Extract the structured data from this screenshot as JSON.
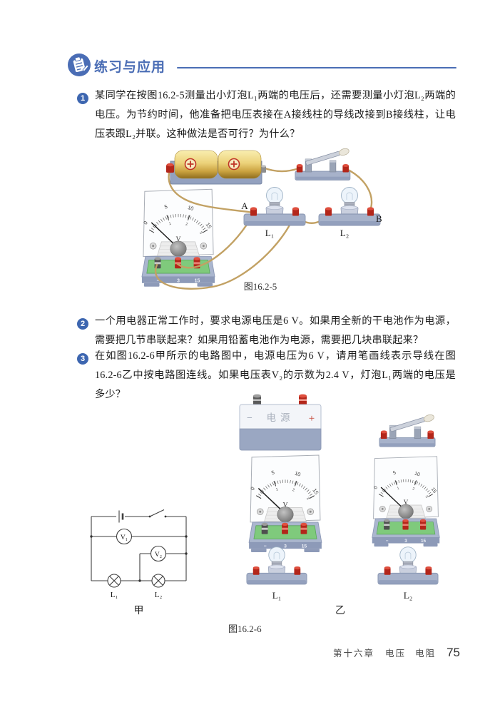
{
  "header": {
    "title": "练习与应用",
    "icon": "exercises-icon"
  },
  "questions": [
    {
      "number": "1",
      "lines": [
        "某同学在按图16.2-5测量出小灯泡L₁两端的电压后，还需要测量小灯泡L₂两端的",
        "电压。为节约时间，他准备把电压表接在A接线柱的导线改接到B接线柱，让电",
        "压表跟L₂并联。这种做法是否可行？为什么？"
      ]
    },
    {
      "number": "2",
      "lines": [
        "一个用电器正常工作时，要求电源电压是6 V。如果用全新的干电池作为电源，",
        "需要把几节串联起来？如果用铅蓄电池作为电源，需要把几块串联起来？"
      ]
    },
    {
      "number": "3",
      "lines": [
        "在如图16.2-6甲所示的电路图中，电源电压为6 V，请用笔画线表示导线在图",
        "16.2-6乙中按电路图连线。如果电压表V₂的示数为2.4 V，灯泡L₁两端的电压是",
        "多少？"
      ]
    }
  ],
  "voltmeter": {
    "unit": "V",
    "outer": [
      "0",
      "5",
      "10",
      "15"
    ],
    "inner": [
      "1",
      "2",
      "3"
    ],
    "terminals": [
      "−",
      "3",
      "15"
    ]
  },
  "figure1": {
    "caption": "图16.2-5",
    "labels": {
      "point_a": "A",
      "point_b": "B",
      "lamp1": "L₁",
      "lamp2": "L₂"
    }
  },
  "figure2": {
    "caption": "图16.2-6",
    "left_label": "甲",
    "right_label": "乙",
    "power_supply": {
      "minus": "−",
      "label": "电源",
      "plus": "+"
    },
    "circuit": {
      "v1": "V₁",
      "v2": "V₂",
      "lamp1": "L₁",
      "lamp2": "L₂"
    },
    "lamp1": "L₁",
    "lamp2": "L₂"
  },
  "footer": {
    "chapter": "第十六章",
    "subject1": "电压",
    "subject2": "电阻",
    "page_number": "75"
  },
  "colors": {
    "accent_blue": "#4a6db5",
    "wire": "#c2a163",
    "terminal_red": "#b3261a",
    "panel_green": "#7fca7c",
    "base_blue": "#a7b2ca"
  }
}
